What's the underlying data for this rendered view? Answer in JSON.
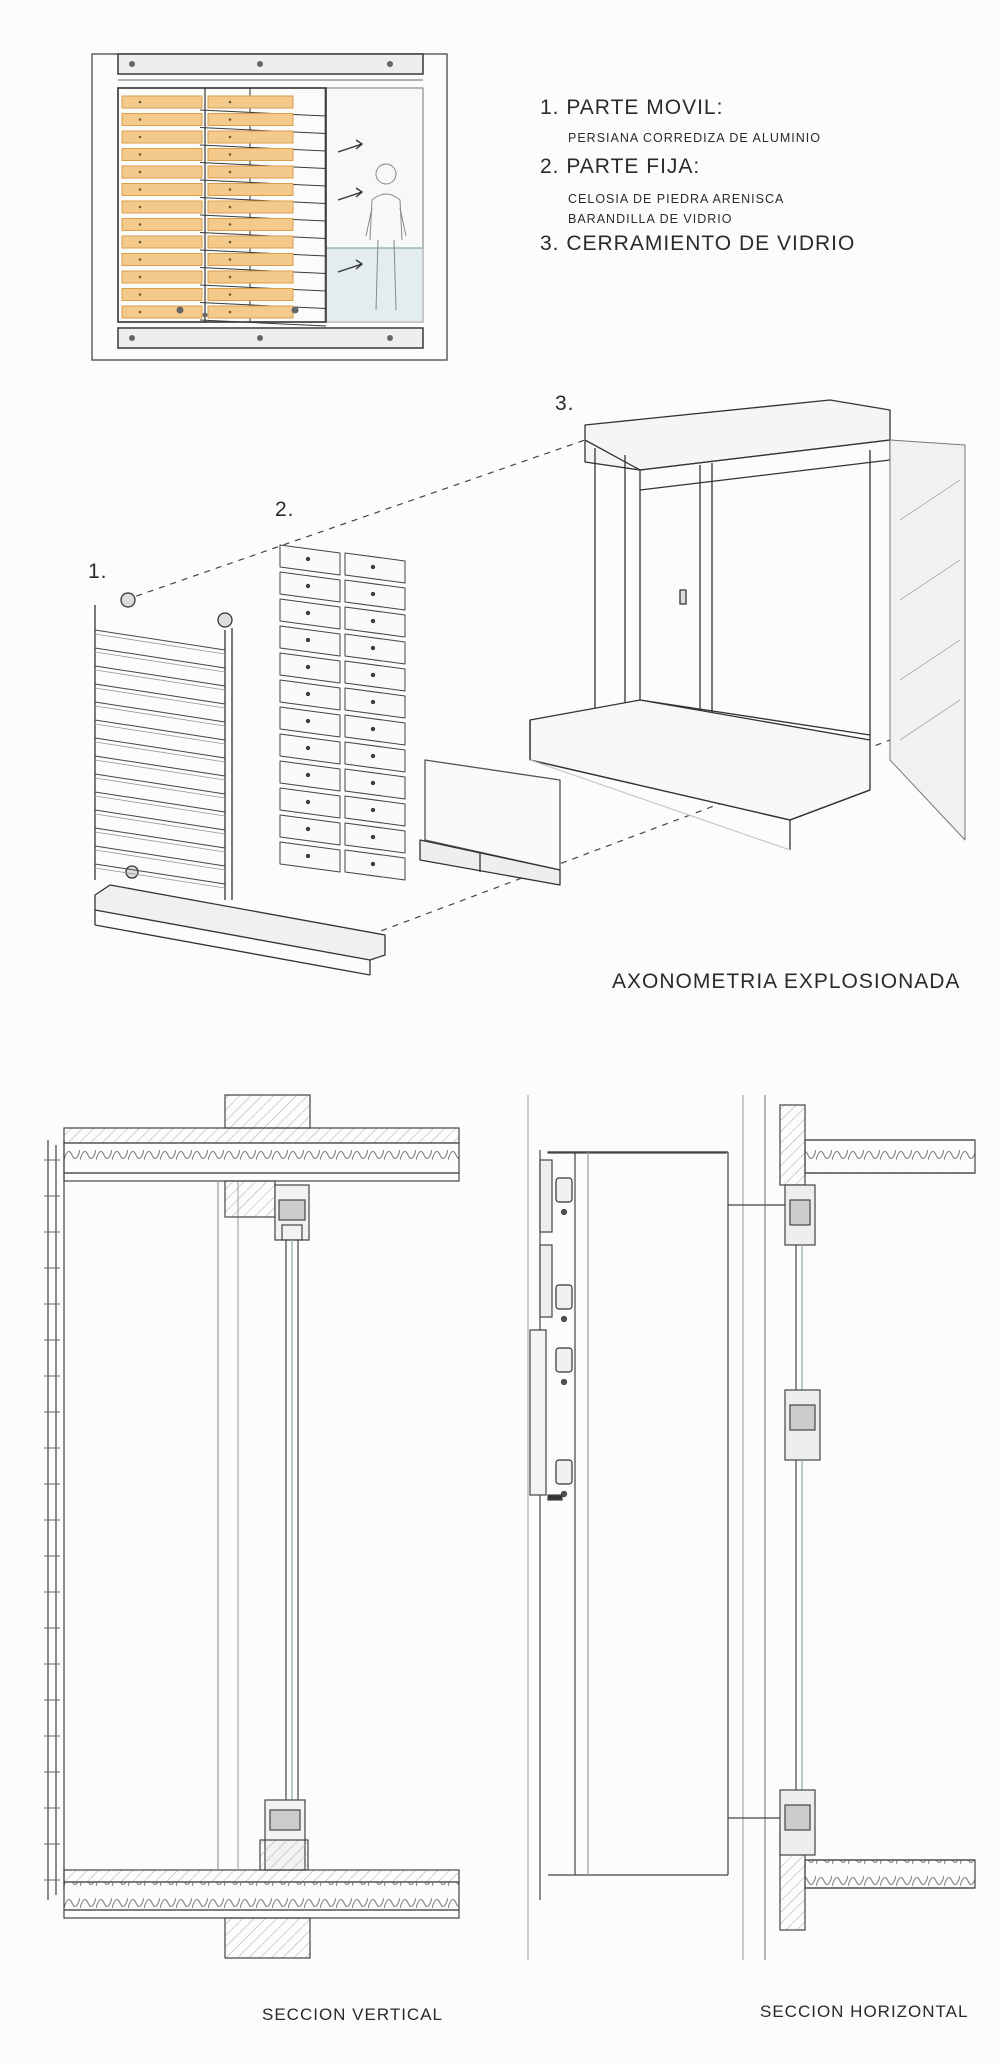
{
  "legend": {
    "item1_title": "1. PARTE MOVIL:",
    "item1_detail": "PERSIANA CORREDIZA DE ALUMINIO",
    "item2_title": "2. PARTE FIJA:",
    "item2_detail_a": "CELOSIA DE PIEDRA ARENISCA",
    "item2_detail_b": "BARANDILLA DE VIDRIO",
    "item3_title": "3. CERRAMIENTO DE VIDRIO"
  },
  "axonometry": {
    "label_1": "1.",
    "label_2": "2.",
    "label_3": "3.",
    "caption": "AXONOMETRIA EXPLOSIONADA"
  },
  "sections": {
    "vertical_caption": "SECCION VERTICAL",
    "horizontal_caption": "SECCION HORIZONTAL"
  },
  "colors": {
    "ink": "#3a3a3a",
    "slat_fill": "#f3c98c",
    "slat_stroke": "#d9a04c",
    "glass": "#dfe9ea"
  }
}
